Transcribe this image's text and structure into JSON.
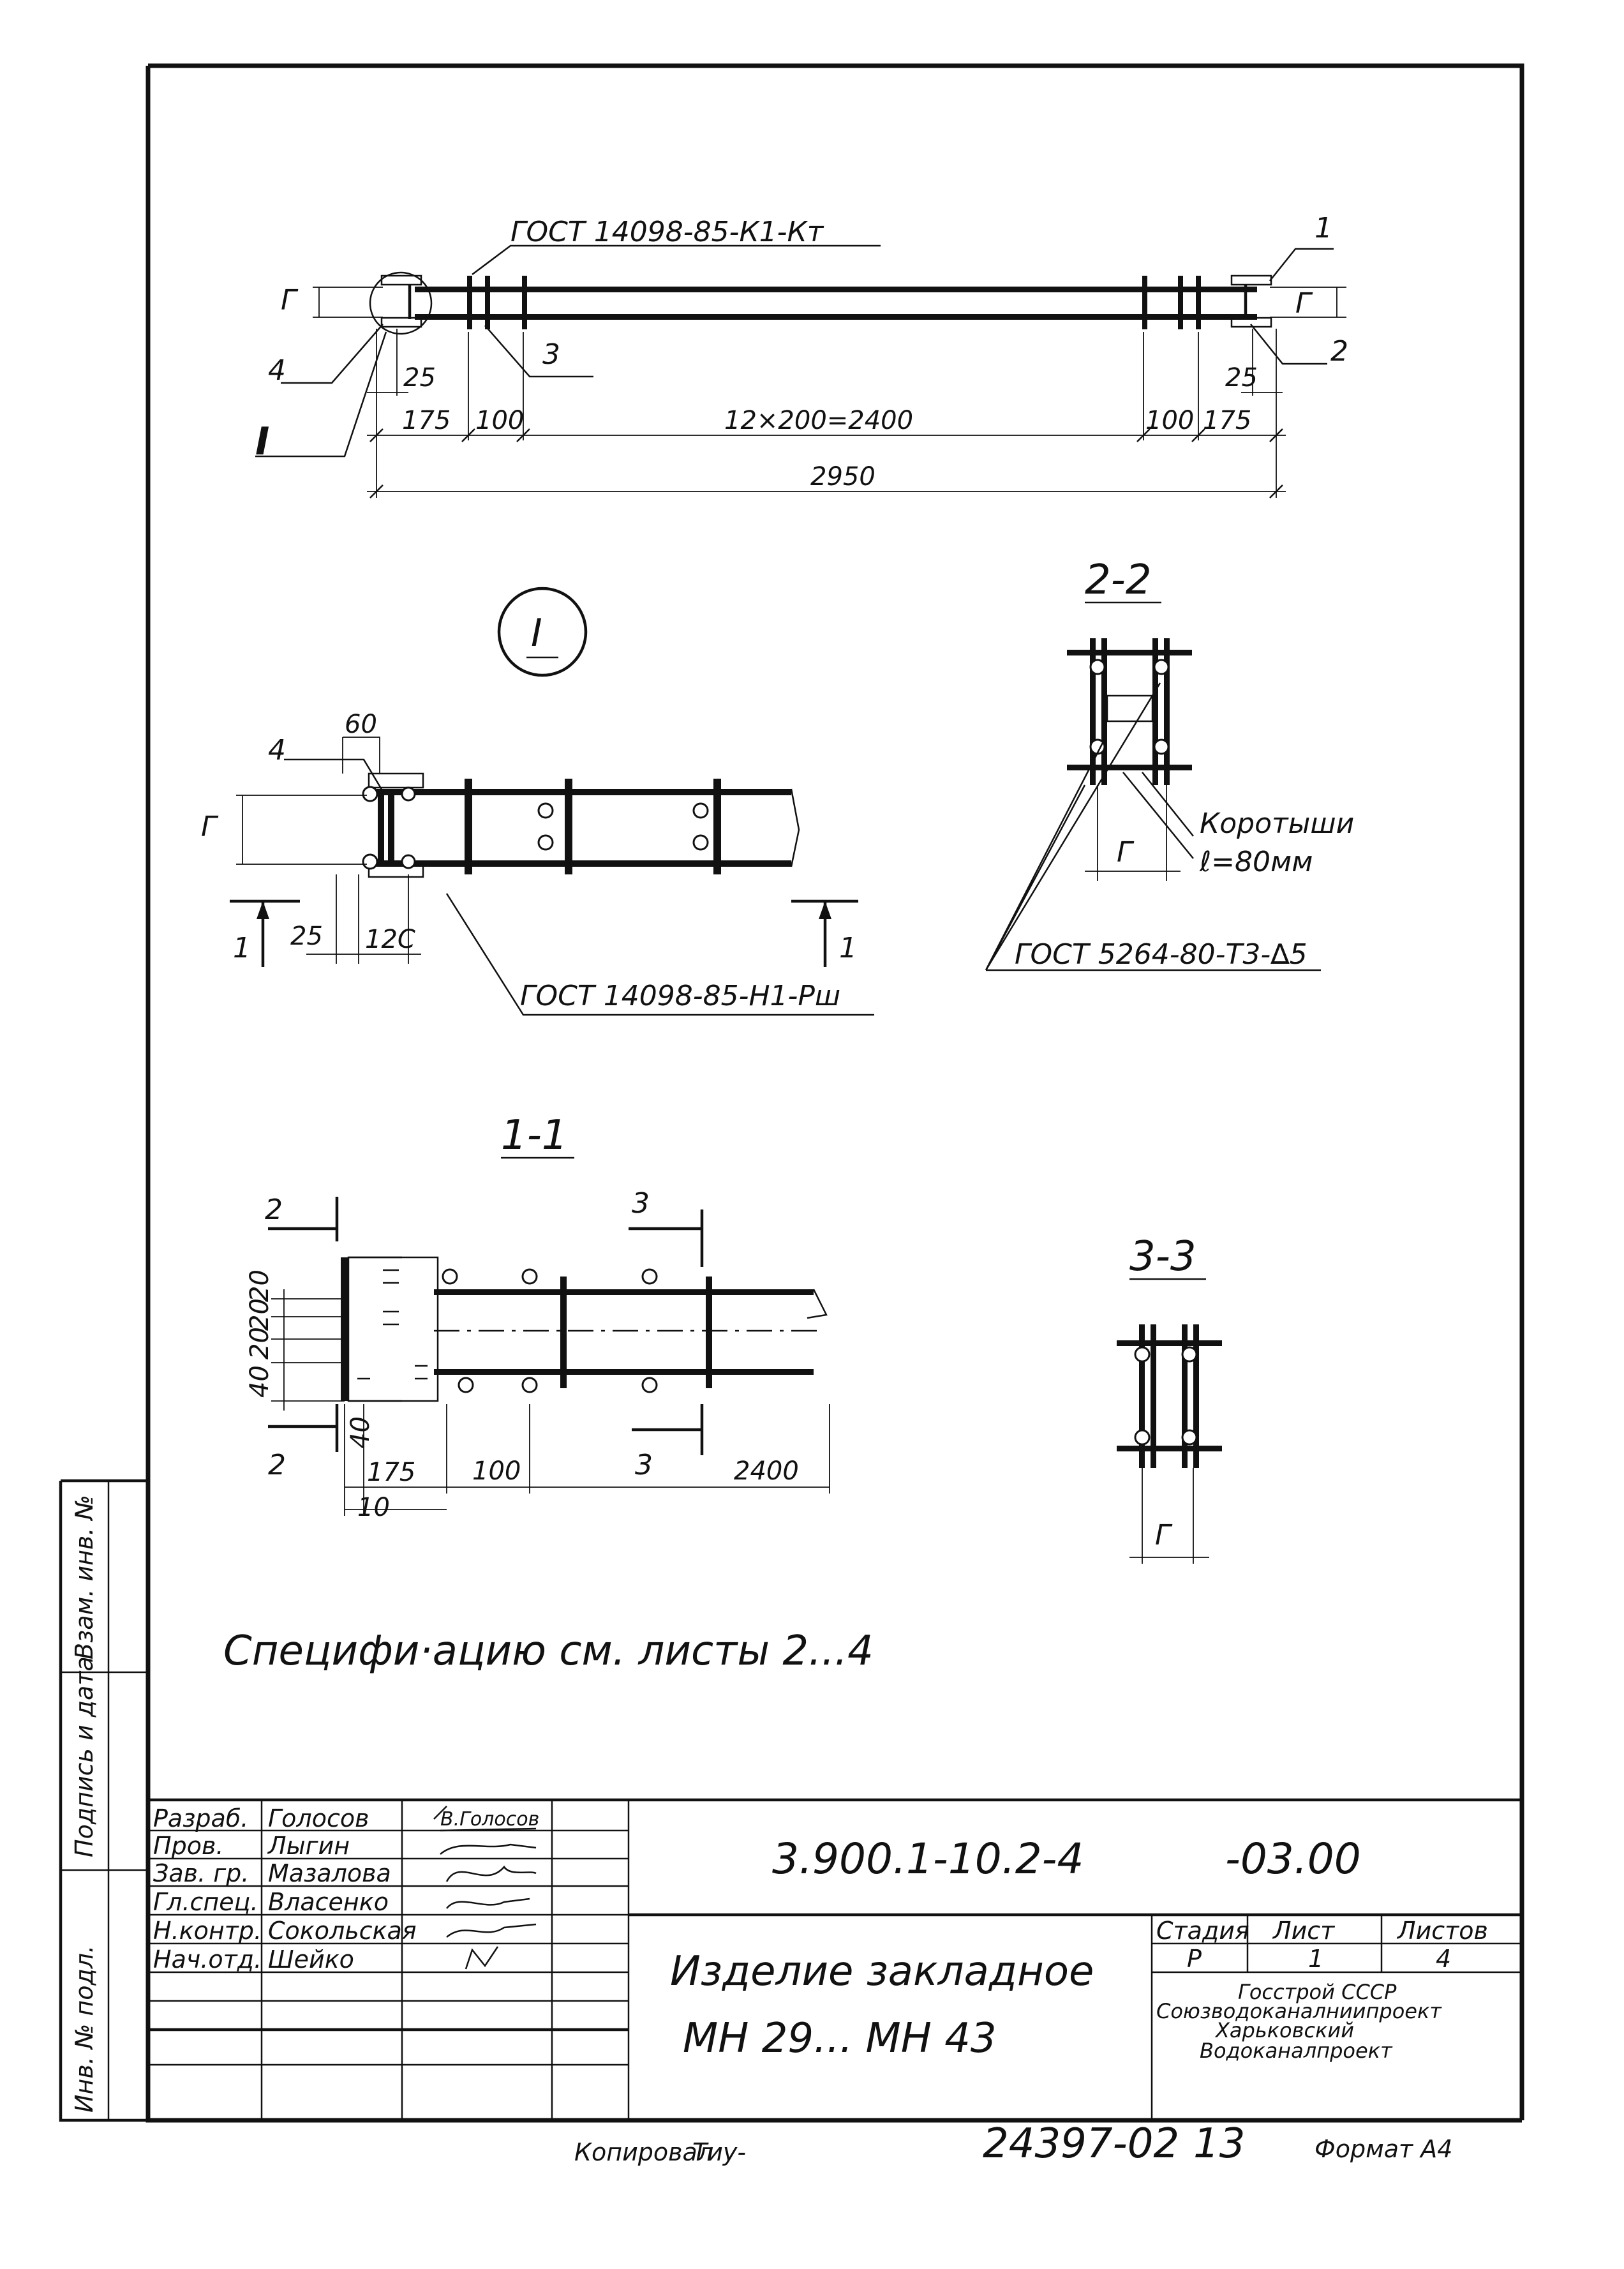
{
  "callouts": {
    "gost_top": "ГОСТ 14098-85-К1-Кт",
    "gost_detail": "ГОСТ 14098-85-Н1-Рш",
    "gost_section": "ГОСТ 5264-80-Т3-∆5",
    "korotyshi": "Коротыши",
    "korotyshi_len": "ℓ=80мм"
  },
  "positions": {
    "p1": "1",
    "p2": "2",
    "p3": "3",
    "p4": "4",
    "detail": "I",
    "detail_circle": "I"
  },
  "top_view": {
    "dim_25_left": "25",
    "dim_175_left": "175",
    "dim_100_left": "100",
    "dim_spacing": "12×200=2400",
    "dim_100_right": "100",
    "dim_175_right": "175",
    "dim_25_right": "25",
    "dim_total": "2950",
    "dim_g": "Г"
  },
  "detail_view": {
    "dim_60": "60",
    "dim_25": "25",
    "dim_120": "12С",
    "dim_g": "Г",
    "cut_label_left": "1",
    "cut_label_right": "1"
  },
  "section_22": {
    "title": "2-2",
    "dim_g": "Г"
  },
  "section_11": {
    "title": "1-1",
    "cut2_top": "2",
    "cut2_bottom": "2",
    "cut3_top": "3",
    "cut3_bottom": "3",
    "dims_vertical": [
      "20",
      "20",
      "20",
      "40"
    ],
    "dim_40": "40",
    "dim_175": "175",
    "dim_10": "10",
    "dim_100": "100",
    "dim_2400": "2400"
  },
  "section_33": {
    "title": "3-3",
    "dim_g": "Г"
  },
  "note": "Специфи·ацию см. листы 2...4",
  "side_stamps": {
    "vzam": "Взам. инв. №",
    "podpis": "Подпись и дата",
    "inv": "Инв. № подл."
  },
  "title_block": {
    "roles": [
      "Разраб.",
      "Пров.",
      "Зав. гр.",
      "Гл.спец.",
      "Н.контр.",
      "Нач.отд."
    ],
    "names": [
      "Голосов",
      "Лыгин",
      "Мазалова",
      "Власенко",
      "Сокольская",
      "Шейко"
    ],
    "signature_text": "В.Голосов",
    "doc_code": "3.900.1-10.2-4",
    "doc_suffix": "-03.00",
    "title_line1": "Изделие закладное",
    "title_line2": "МН 29... МН 43",
    "stage_label": "Стадия",
    "sheet_label": "Лист",
    "sheets_label": "Листов",
    "stage": "Р",
    "sheet": "1",
    "sheets": "4",
    "org": [
      "Госстрой СССР",
      "Союзводоканалниипроект",
      "Харьковский",
      "Водоканалпроект"
    ]
  },
  "footer": {
    "copied": "Копировал",
    "copied_sig": "Тиу-",
    "number": "24397-02",
    "page": "13",
    "format": "Формат А4"
  }
}
